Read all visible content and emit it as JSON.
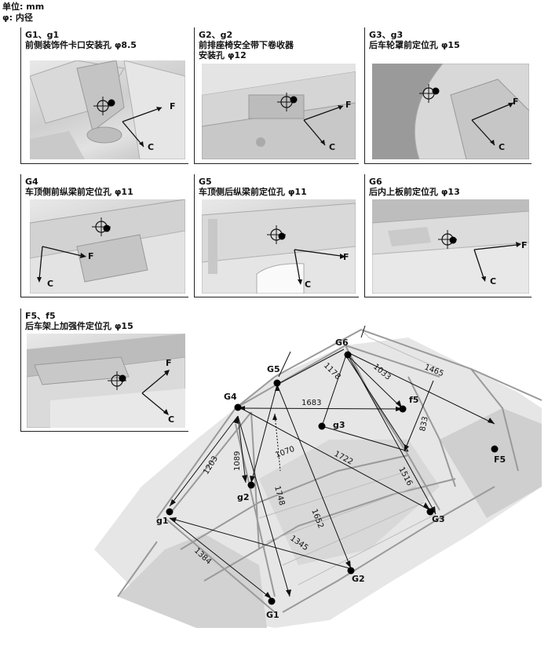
{
  "legend": {
    "unit": "单位:  mm",
    "phi": "φ: 内径"
  },
  "panels": [
    {
      "id": "g1",
      "title1": "G1、g1",
      "title2": "前侧装饰件卡口安装孔 φ8.5",
      "title3": ""
    },
    {
      "id": "g2",
      "title1": "G2、g2",
      "title2": "前排座椅安全带下卷收器",
      "title3": "安装孔 φ12"
    },
    {
      "id": "g3",
      "title1": "G3、g3",
      "title2": "后车轮罩前定位孔 φ15",
      "title3": ""
    },
    {
      "id": "g4",
      "title1": "G4",
      "title2": "车顶侧前纵梁前定位孔 φ11",
      "title3": ""
    },
    {
      "id": "g5",
      "title1": "G5",
      "title2": "车顶侧后纵梁前定位孔 φ11",
      "title3": ""
    },
    {
      "id": "g6",
      "title1": "G6",
      "title2": "后内上板前定位孔 φ13",
      "title3": ""
    },
    {
      "id": "f5",
      "title1": "F5、f5",
      "title2": "后车架上加强件定位孔 φ15",
      "title3": ""
    }
  ],
  "axes": {
    "f": "F",
    "c": "C"
  },
  "points": {
    "g1": "g1",
    "g2": "g2",
    "g3": "g3",
    "f5l": "f5",
    "G1": "G1",
    "G2": "G2",
    "G3": "G3",
    "G4": "G4",
    "G5": "G5",
    "G6": "G6",
    "F5": "F5"
  },
  "dimensions": {
    "d1203": "1203",
    "d1089": "1089",
    "d1070": "1070",
    "d1748": "1748",
    "d1652": "1652",
    "d1345": "1345",
    "d1384": "1384",
    "d1683": "1683",
    "d1722": "1722",
    "d1178": "1178",
    "d1033": "1033",
    "d1465": "1465",
    "d833": "833",
    "d1516": "1516"
  }
}
